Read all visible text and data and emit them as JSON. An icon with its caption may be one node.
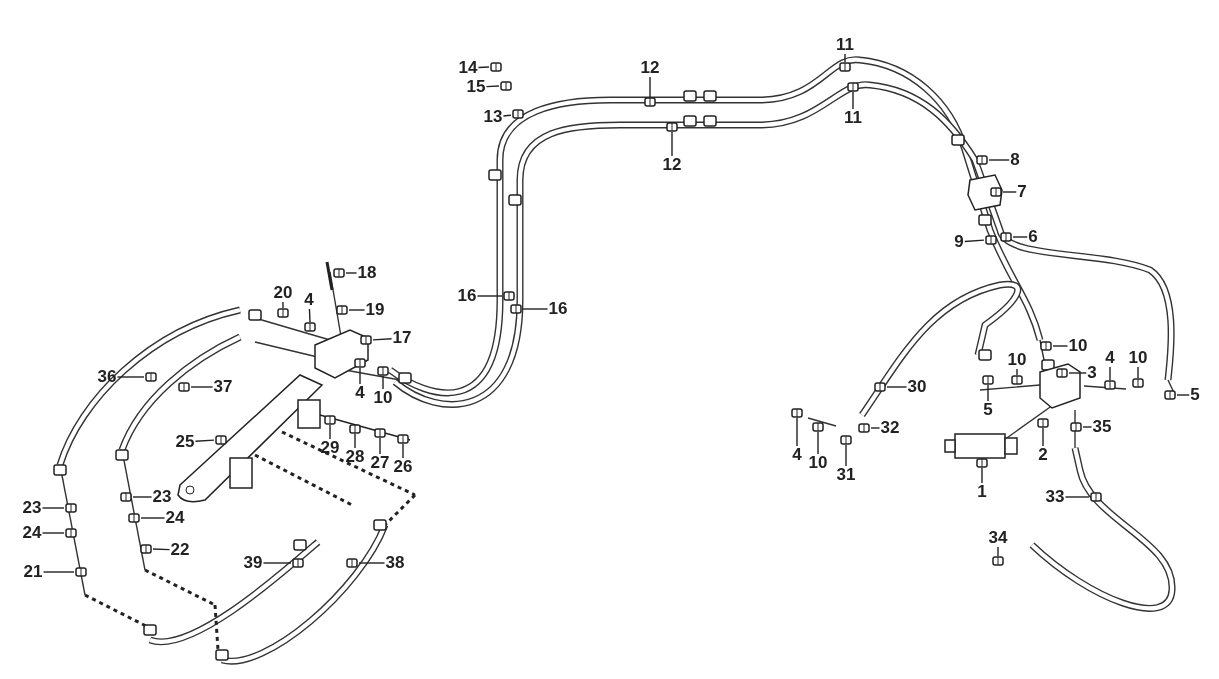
{
  "diagram": {
    "nodes": [
      {
        "text": [
          "11"
        ]
      },
      {
        "text": [
          "14"
        ]
      },
      {
        "text": [
          "12"
        ]
      },
      {
        "text": [
          "15"
        ]
      },
      {
        "text": [
          "13"
        ]
      },
      {
        "text": [
          "11"
        ]
      },
      {
        "text": [
          "8"
        ]
      },
      {
        "text": [
          "12"
        ]
      },
      {
        "text": [
          "7"
        ]
      },
      {
        "text": [
          "6"
        ]
      },
      {
        "text": [
          "9"
        ]
      },
      {
        "text": [
          "18"
        ]
      },
      {
        "text": [
          "20"
        ]
      },
      {
        "text": [
          "4"
        ]
      },
      {
        "text": [
          "16"
        ]
      },
      {
        "text": [
          "16"
        ]
      },
      {
        "text": [
          "19"
        ]
      },
      {
        "text": [
          "17"
        ]
      },
      {
        "text": [
          "10"
        ]
      },
      {
        "text": [
          "4"
        ]
      },
      {
        "text": [
          "10"
        ]
      },
      {
        "text": [
          "10"
        ]
      },
      {
        "text": [
          "3"
        ]
      },
      {
        "text": [
          "36"
        ]
      },
      {
        "text": [
          "30"
        ]
      },
      {
        "text": [
          "37"
        ]
      },
      {
        "text": [
          "4"
        ]
      },
      {
        "text": [
          "5"
        ]
      },
      {
        "text": [
          "10"
        ]
      },
      {
        "text": [
          "5"
        ]
      },
      {
        "text": [
          "32"
        ]
      },
      {
        "text": [
          "35"
        ]
      },
      {
        "text": [
          "25"
        ]
      },
      {
        "text": [
          "29"
        ]
      },
      {
        "text": [
          "4"
        ]
      },
      {
        "text": [
          "2"
        ]
      },
      {
        "text": [
          "28"
        ]
      },
      {
        "text": [
          "10"
        ]
      },
      {
        "text": [
          "27"
        ]
      },
      {
        "text": [
          "26"
        ]
      },
      {
        "text": [
          "31"
        ]
      },
      {
        "text": [
          "1"
        ]
      },
      {
        "text": [
          "23"
        ]
      },
      {
        "text": [
          "33"
        ]
      },
      {
        "text": [
          "23"
        ]
      },
      {
        "text": [
          "24"
        ]
      },
      {
        "text": [
          "24"
        ]
      },
      {
        "text": [
          "34"
        ]
      },
      {
        "text": [
          "22"
        ]
      },
      {
        "text": [
          "39"
        ]
      },
      {
        "text": [
          "38"
        ]
      },
      {
        "text": [
          "21"
        ]
      },
      {
        "text": [],
        "shape": "picture"
      },
      {
        "text": [],
        "shape": "picture"
      },
      {
        "text": [],
        "shape": "picture"
      },
      {
        "text": [],
        "shape": "picture"
      },
      {
        "text": [],
        "shape": "picture"
      },
      {
        "text": [],
        "shape": "picture"
      },
      {
        "text": [],
        "shape": "picture"
      },
      {
        "text": [],
        "shape": "picture"
      },
      {
        "text": [],
        "shape": "picture"
      },
      {
        "text": [],
        "shape": "picture"
      },
      {
        "text": [],
        "shape": "picture"
      },
      {
        "text": [],
        "shape": "picture"
      },
      {
        "text": [],
        "shape": "picture"
      },
      {
        "text": [],
        "shape": "picture"
      },
      {
        "text": [],
        "shape": "picture"
      },
      {
        "text": [],
        "shape": "picture"
      },
      {
        "text": [],
        "shape": "picture"
      },
      {
        "text": [],
        "shape": "picture"
      },
      {
        "text": [],
        "shape": "picture"
      },
      {
        "text": [],
        "shape": "picture"
      },
      {
        "text": [],
        "shape": "picture"
      },
      {
        "text": [],
        "shape": "picture"
      },
      {
        "text": [],
        "shape": "picture"
      },
      {
        "text": [],
        "shape": "picture"
      },
      {
        "text": [],
        "shape": "picture"
      },
      {
        "text": [],
        "shape": "picture"
      },
      {
        "text": [],
        "shape": "picture"
      },
      {
        "text": [],
        "shape": "picture"
      },
      {
        "text": [],
        "shape": "picture"
      },
      {
        "text": [],
        "shape": "picture"
      },
      {
        "text": [],
        "shape": "picture"
      },
      {
        "text": [],
        "shape": "picture"
      },
      {
        "text": [],
        "shape": "picture"
      },
      {
        "text": [],
        "shape": "picture"
      },
      {
        "text": [],
        "shape": "picture"
      },
      {
        "text": [],
        "shape": "picture"
      },
      {
        "text": [],
        "shape": "picture"
      },
      {
        "text": [],
        "shape": "picture"
      },
      {
        "text": [],
        "shape": "picture"
      },
      {
        "text": [],
        "shape": "picture"
      },
      {
        "text": [],
        "shape": "picture"
      },
      {
        "text": [],
        "shape": "picture"
      },
      {
        "text": [],
        "shape": "picture"
      },
      {
        "text": [],
        "shape": "picture"
      },
      {
        "text": [],
        "shape": "picture"
      },
      {
        "text": [],
        "shape": "picture"
      },
      {
        "text": [],
        "shape": "picture"
      },
      {
        "text": [],
        "shape": "picture"
      },
      {
        "text": [],
        "shape": "picture"
      },
      {
        "text": [],
        "shape": "picture"
      },
      {
        "text": [],
        "shape": "picture"
      },
      {
        "text": [],
        "shape": "picture"
      }
    ],
    "edges": [
      {
        "from": 0,
        "to": 52,
        "arrow": "none"
      },
      {
        "from": 1,
        "to": 53,
        "arrow": "none"
      },
      {
        "from": 2,
        "to": 54,
        "arrow": "none"
      },
      {
        "from": 3,
        "to": 55,
        "arrow": "none"
      },
      {
        "from": 4,
        "to": 56,
        "arrow": "none"
      },
      {
        "from": 5,
        "to": 57,
        "arrow": "none"
      },
      {
        "from": 6,
        "to": 58,
        "arrow": "none"
      },
      {
        "from": 7,
        "to": 59,
        "arrow": "none"
      },
      {
        "from": 8,
        "to": 60,
        "arrow": "none"
      },
      {
        "from": 9,
        "to": 61,
        "arrow": "none"
      },
      {
        "from": 10,
        "to": 62,
        "arrow": "none"
      },
      {
        "from": 11,
        "to": 63,
        "arrow": "none"
      },
      {
        "from": 12,
        "to": 64,
        "arrow": "none"
      },
      {
        "from": 13,
        "to": 65,
        "arrow": "none"
      },
      {
        "from": 14,
        "to": 66,
        "arrow": "none"
      },
      {
        "from": 15,
        "to": 67,
        "arrow": "none"
      },
      {
        "from": 16,
        "to": 68,
        "arrow": "none"
      },
      {
        "from": 17,
        "to": 69,
        "arrow": "none"
      },
      {
        "from": 18,
        "to": 70,
        "arrow": "none"
      },
      {
        "from": 19,
        "to": 71,
        "arrow": "none"
      },
      {
        "from": 20,
        "to": 72,
        "arrow": "none"
      },
      {
        "from": 21,
        "to": 73,
        "arrow": "none"
      },
      {
        "from": 22,
        "to": 74,
        "arrow": "none"
      },
      {
        "from": 23,
        "to": 75,
        "arrow": "none"
      },
      {
        "from": 24,
        "to": 76,
        "arrow": "none"
      },
      {
        "from": 25,
        "to": 77,
        "arrow": "none"
      },
      {
        "from": 26,
        "to": 78,
        "arrow": "none"
      },
      {
        "from": 27,
        "to": 79,
        "arrow": "none"
      },
      {
        "from": 28,
        "to": 80,
        "arrow": "none"
      },
      {
        "from": 29,
        "to": 81,
        "arrow": "none"
      },
      {
        "from": 30,
        "to": 82,
        "arrow": "none"
      },
      {
        "from": 31,
        "to": 83,
        "arrow": "none"
      },
      {
        "from": 32,
        "to": 84,
        "arrow": "none"
      },
      {
        "from": 33,
        "to": 85,
        "arrow": "none"
      },
      {
        "from": 34,
        "to": 86,
        "arrow": "none"
      },
      {
        "from": 35,
        "to": 87,
        "arrow": "none"
      },
      {
        "from": 36,
        "to": 88,
        "arrow": "none"
      },
      {
        "from": 37,
        "to": 89,
        "arrow": "none"
      },
      {
        "from": 38,
        "to": 90,
        "arrow": "none"
      },
      {
        "from": 39,
        "to": 91,
        "arrow": "none"
      },
      {
        "from": 40,
        "to": 92,
        "arrow": "none"
      },
      {
        "from": 41,
        "to": 93,
        "arrow": "none"
      },
      {
        "from": 42,
        "to": 94,
        "arrow": "none"
      },
      {
        "from": 43,
        "to": 95,
        "arrow": "none"
      },
      {
        "from": 44,
        "to": 96,
        "arrow": "none"
      },
      {
        "from": 45,
        "to": 97,
        "arrow": "none"
      },
      {
        "from": 46,
        "to": 98,
        "arrow": "none"
      },
      {
        "from": 47,
        "to": 99,
        "arrow": "none"
      },
      {
        "from": 48,
        "to": 100,
        "arrow": "none"
      },
      {
        "from": 49,
        "to": 101,
        "arrow": "none"
      },
      {
        "from": 50,
        "to": 102,
        "arrow": "none"
      },
      {
        "from": 51,
        "to": 103,
        "arrow": "none"
      }
    ]
  }
}
